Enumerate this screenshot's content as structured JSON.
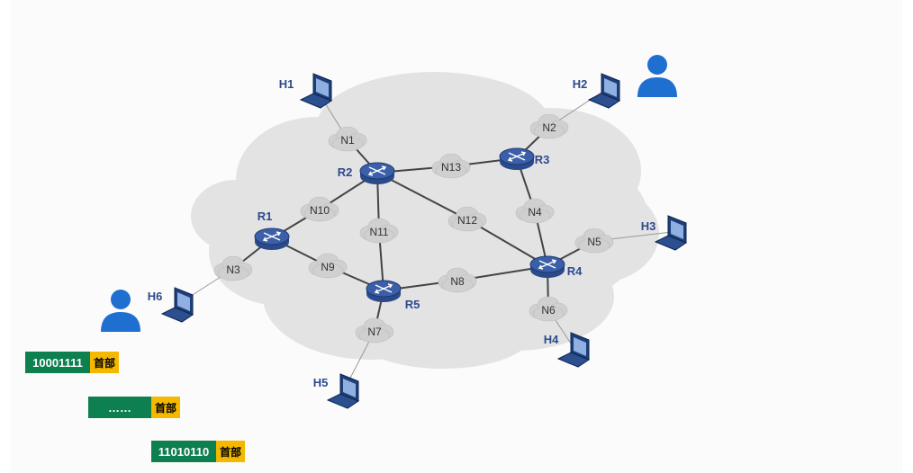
{
  "routers": [
    {
      "id": "R1",
      "label": "R1"
    },
    {
      "id": "R2",
      "label": "R2"
    },
    {
      "id": "R3",
      "label": "R3"
    },
    {
      "id": "R4",
      "label": "R4"
    },
    {
      "id": "R5",
      "label": "R5"
    }
  ],
  "networks": [
    {
      "id": "N1",
      "label": "N1"
    },
    {
      "id": "N2",
      "label": "N2"
    },
    {
      "id": "N3",
      "label": "N3"
    },
    {
      "id": "N4",
      "label": "N4"
    },
    {
      "id": "N5",
      "label": "N5"
    },
    {
      "id": "N6",
      "label": "N6"
    },
    {
      "id": "N7",
      "label": "N7"
    },
    {
      "id": "N8",
      "label": "N8"
    },
    {
      "id": "N9",
      "label": "N9"
    },
    {
      "id": "N10",
      "label": "N10"
    },
    {
      "id": "N11",
      "label": "N11"
    },
    {
      "id": "N12",
      "label": "N12"
    },
    {
      "id": "N13",
      "label": "N13"
    }
  ],
  "hosts": [
    {
      "id": "H1",
      "label": "H1"
    },
    {
      "id": "H2",
      "label": "H2"
    },
    {
      "id": "H3",
      "label": "H3"
    },
    {
      "id": "H4",
      "label": "H4"
    },
    {
      "id": "H5",
      "label": "H5"
    },
    {
      "id": "H6",
      "label": "H6"
    }
  ],
  "links": [
    [
      "H1",
      "N1"
    ],
    [
      "N1",
      "R2"
    ],
    [
      "R2",
      "N13"
    ],
    [
      "N13",
      "R3"
    ],
    [
      "R3",
      "N2"
    ],
    [
      "N2",
      "H2"
    ],
    [
      "R3",
      "N4"
    ],
    [
      "N4",
      "R4"
    ],
    [
      "R4",
      "N5"
    ],
    [
      "N5",
      "H3"
    ],
    [
      "R4",
      "N6"
    ],
    [
      "N6",
      "H4"
    ],
    [
      "R2",
      "N12"
    ],
    [
      "N12",
      "R4"
    ],
    [
      "R2",
      "N11"
    ],
    [
      "N11",
      "R5"
    ],
    [
      "R2",
      "N10"
    ],
    [
      "N10",
      "R1"
    ],
    [
      "R1",
      "N9"
    ],
    [
      "N9",
      "R5"
    ],
    [
      "R1",
      "N3"
    ],
    [
      "N3",
      "H6"
    ],
    [
      "R5",
      "N8"
    ],
    [
      "N8",
      "R4"
    ],
    [
      "R5",
      "N7"
    ],
    [
      "N7",
      "H5"
    ]
  ],
  "users": [
    {
      "id": "user-near-h2"
    },
    {
      "id": "user-near-h6"
    }
  ],
  "packets": [
    {
      "payload": "10001111",
      "header": "首部"
    },
    {
      "payload": "……",
      "header": "首部"
    },
    {
      "payload": "11010110",
      "header": "首部"
    }
  ],
  "colors": {
    "cloud": "#e3e3e3",
    "router": "#3b5fa8",
    "label": "#2e4a8c",
    "user": "#1f6fd1",
    "payload": "#0e7f4f",
    "header": "#f5b800"
  }
}
